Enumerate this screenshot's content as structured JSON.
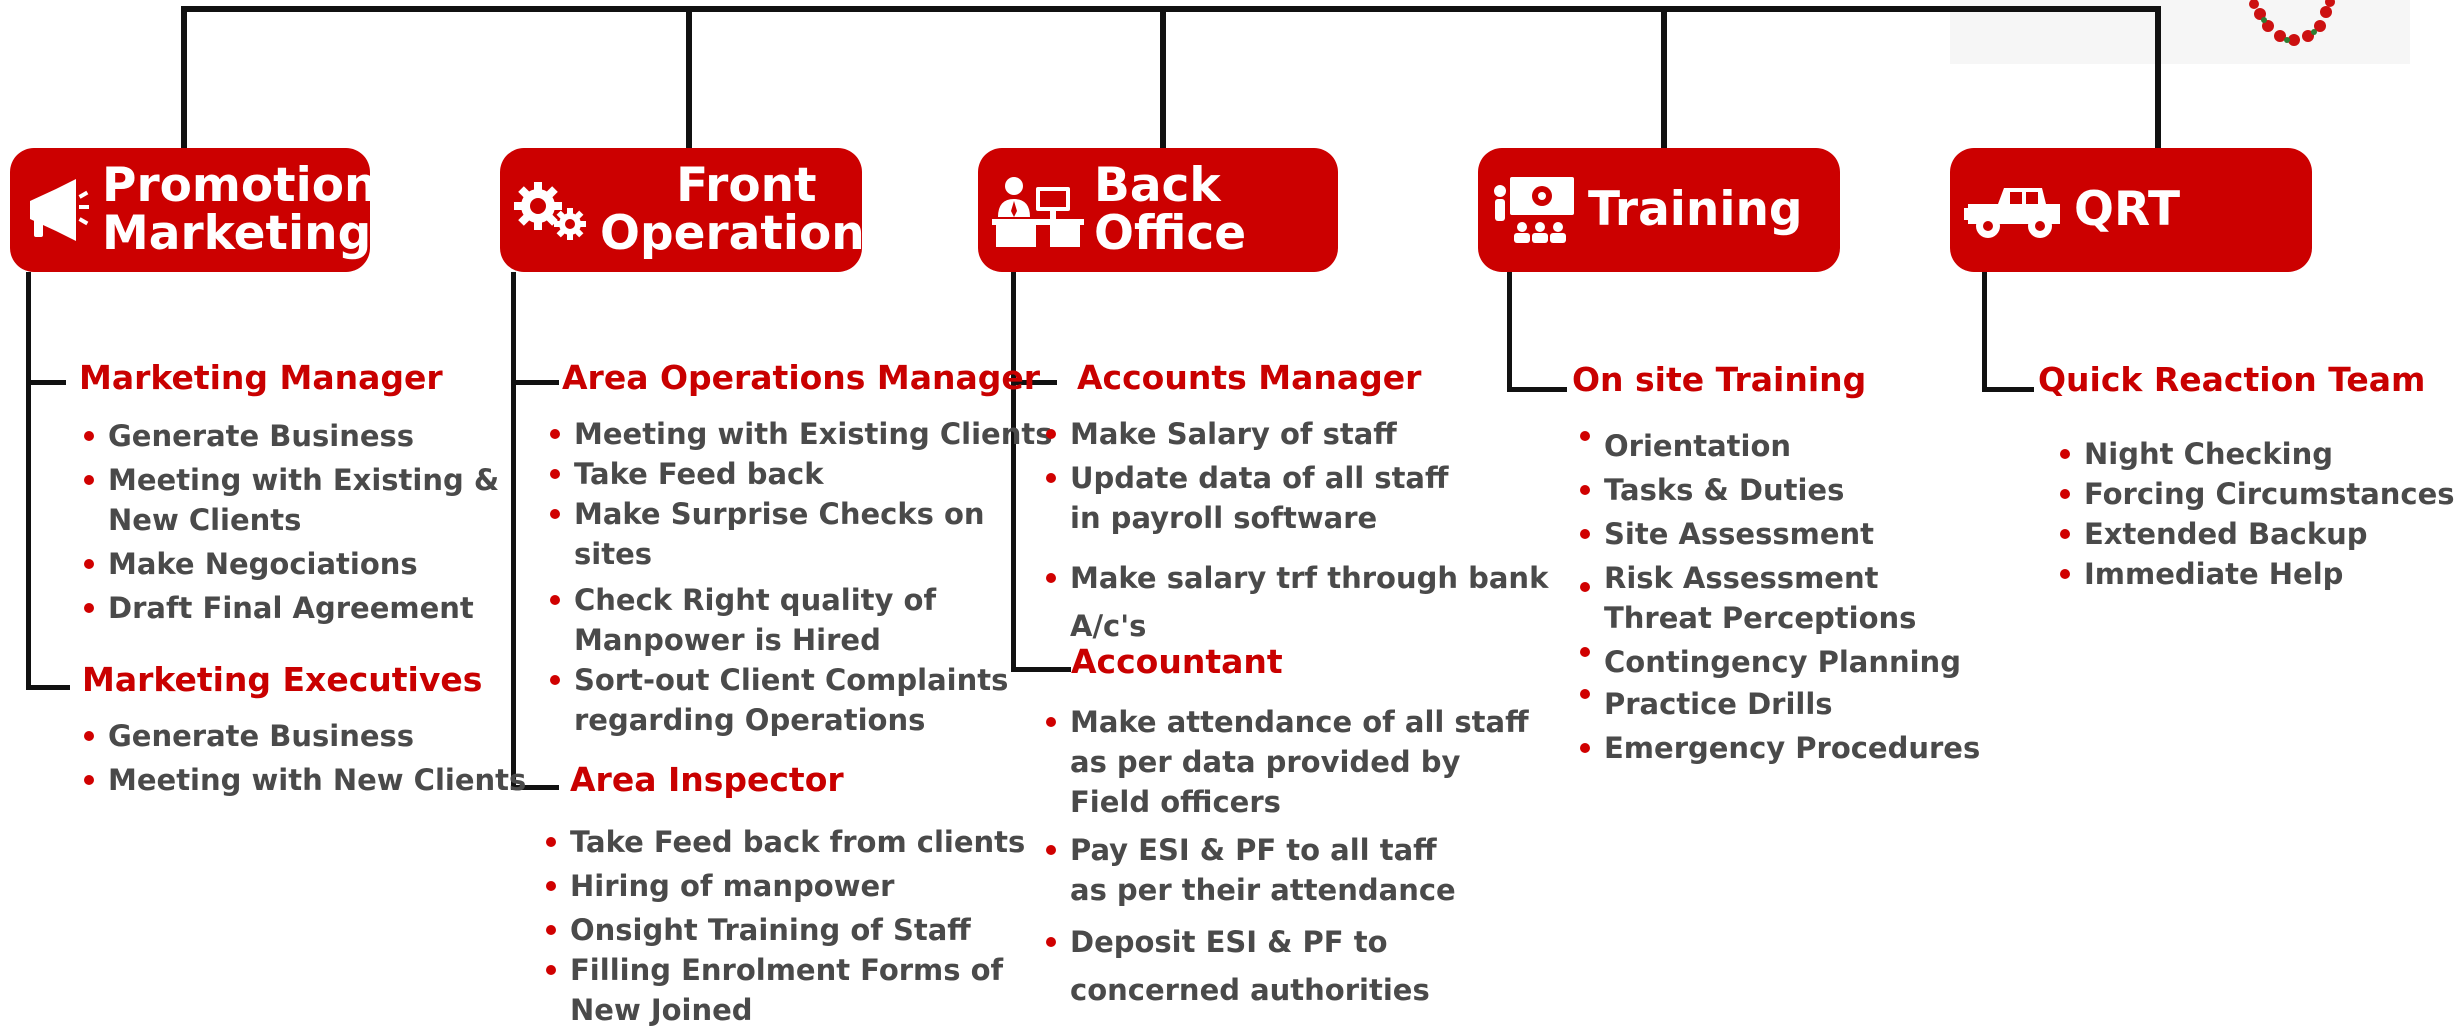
{
  "colors": {
    "accent": "#cc0000",
    "subheading": "#c90000",
    "bullet": "#d00000",
    "body_text": "#4a4a4a",
    "connector": "#111111"
  },
  "departments": {
    "promotion": {
      "title": "Promotion/\nMarketing",
      "icon": "megaphone-icon",
      "groups": {
        "g0": {
          "heading": "Marketing Manager",
          "items": [
            "Generate Business",
            "Meeting with Existing &\nNew Clients",
            "Make Negociations",
            "Draft Final Agreement"
          ]
        },
        "g1": {
          "heading": "Marketing Executives",
          "items": [
            "Generate Business",
            "Meeting with New Clients"
          ]
        }
      }
    },
    "front": {
      "title": "Front\nOperations",
      "icon": "gears-icon",
      "groups": {
        "g0": {
          "heading": "Area Operations Manager",
          "items": [
            "Meeting with Existing Clients",
            "Take Feed back",
            "Make Surprise Checks on\nsites",
            "Check Right quality of\nManpower is Hired",
            "Sort-out Client Complaints\nregarding Operations"
          ]
        },
        "g1": {
          "heading": "Area Inspector",
          "items": [
            "Take Feed back from clients",
            "Hiring of manpower",
            "Onsight Training of  Staff",
            "Filling Enrolment Forms of\nNew Joined"
          ]
        }
      }
    },
    "back": {
      "title": "Back\nOffice",
      "icon": "office-desk-icon",
      "groups": {
        "g0": {
          "heading": "Accounts Manager",
          "items": [
            "Make Salary of staff",
            "Update data of all staff\nin payroll software",
            "Make salary trf through bank\nA/c's"
          ]
        },
        "g1": {
          "heading": "Accountant",
          "items": [
            "Make attendance of all staff\nas per data provided by\nField officers",
            "Pay ESI & PF to all taff\nas per their attendance",
            "Deposit ESI & PF to\nconcerned authorities"
          ]
        }
      }
    },
    "training": {
      "title": "Training",
      "icon": "presentation-icon",
      "groups": {
        "g0": {
          "heading": "On site Training",
          "items": [
            "Orientation",
            "Tasks & Duties",
            "Site Assessment",
            "Risk Assessment\nThreat Perceptions",
            "Contingency Planning",
            "Practice Drills",
            "Emergency Procedures"
          ]
        }
      }
    },
    "qrt": {
      "title": "QRT",
      "icon": "jeep-icon",
      "groups": {
        "g0": {
          "heading": "Quick Reaction Team",
          "items": [
            "Night Checking",
            "Forcing Circumstances",
            "Extended Backup",
            "Immediate Help"
          ]
        }
      }
    }
  }
}
